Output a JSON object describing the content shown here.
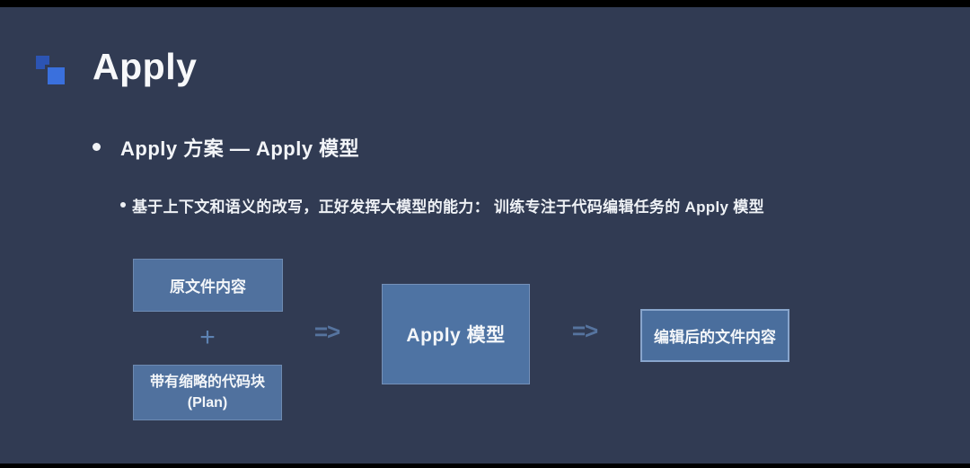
{
  "slide": {
    "title": "Apply",
    "bullet_1": "Apply 方案 — Apply 模型",
    "bullet_2": "基于上下文和语义的改写，正好发挥大模型的能力： 训练专注于代码编辑任务的 Apply 模型",
    "diagram": {
      "source_box_label": "原文件内容",
      "plus_sign": "+",
      "plan_box_line1": "带有缩略的代码块",
      "plan_box_line2": "(Plan)",
      "arrow_label": "=>",
      "model_box_label": "Apply 模型",
      "output_box_label": "编辑后的文件内容"
    },
    "colors": {
      "letterbox": "#000000",
      "background": "#313b53",
      "logo_small_blue": "#2c54b3",
      "logo_large_blue": "#3a70dd",
      "box_fill": "#50719e",
      "model_box_fill": "#4e73a3",
      "output_box_fill": "#4a6e9d",
      "output_box_border": "#88a5cc",
      "arrow_color": "#56749f",
      "text_color": "#f3f5f8"
    }
  }
}
